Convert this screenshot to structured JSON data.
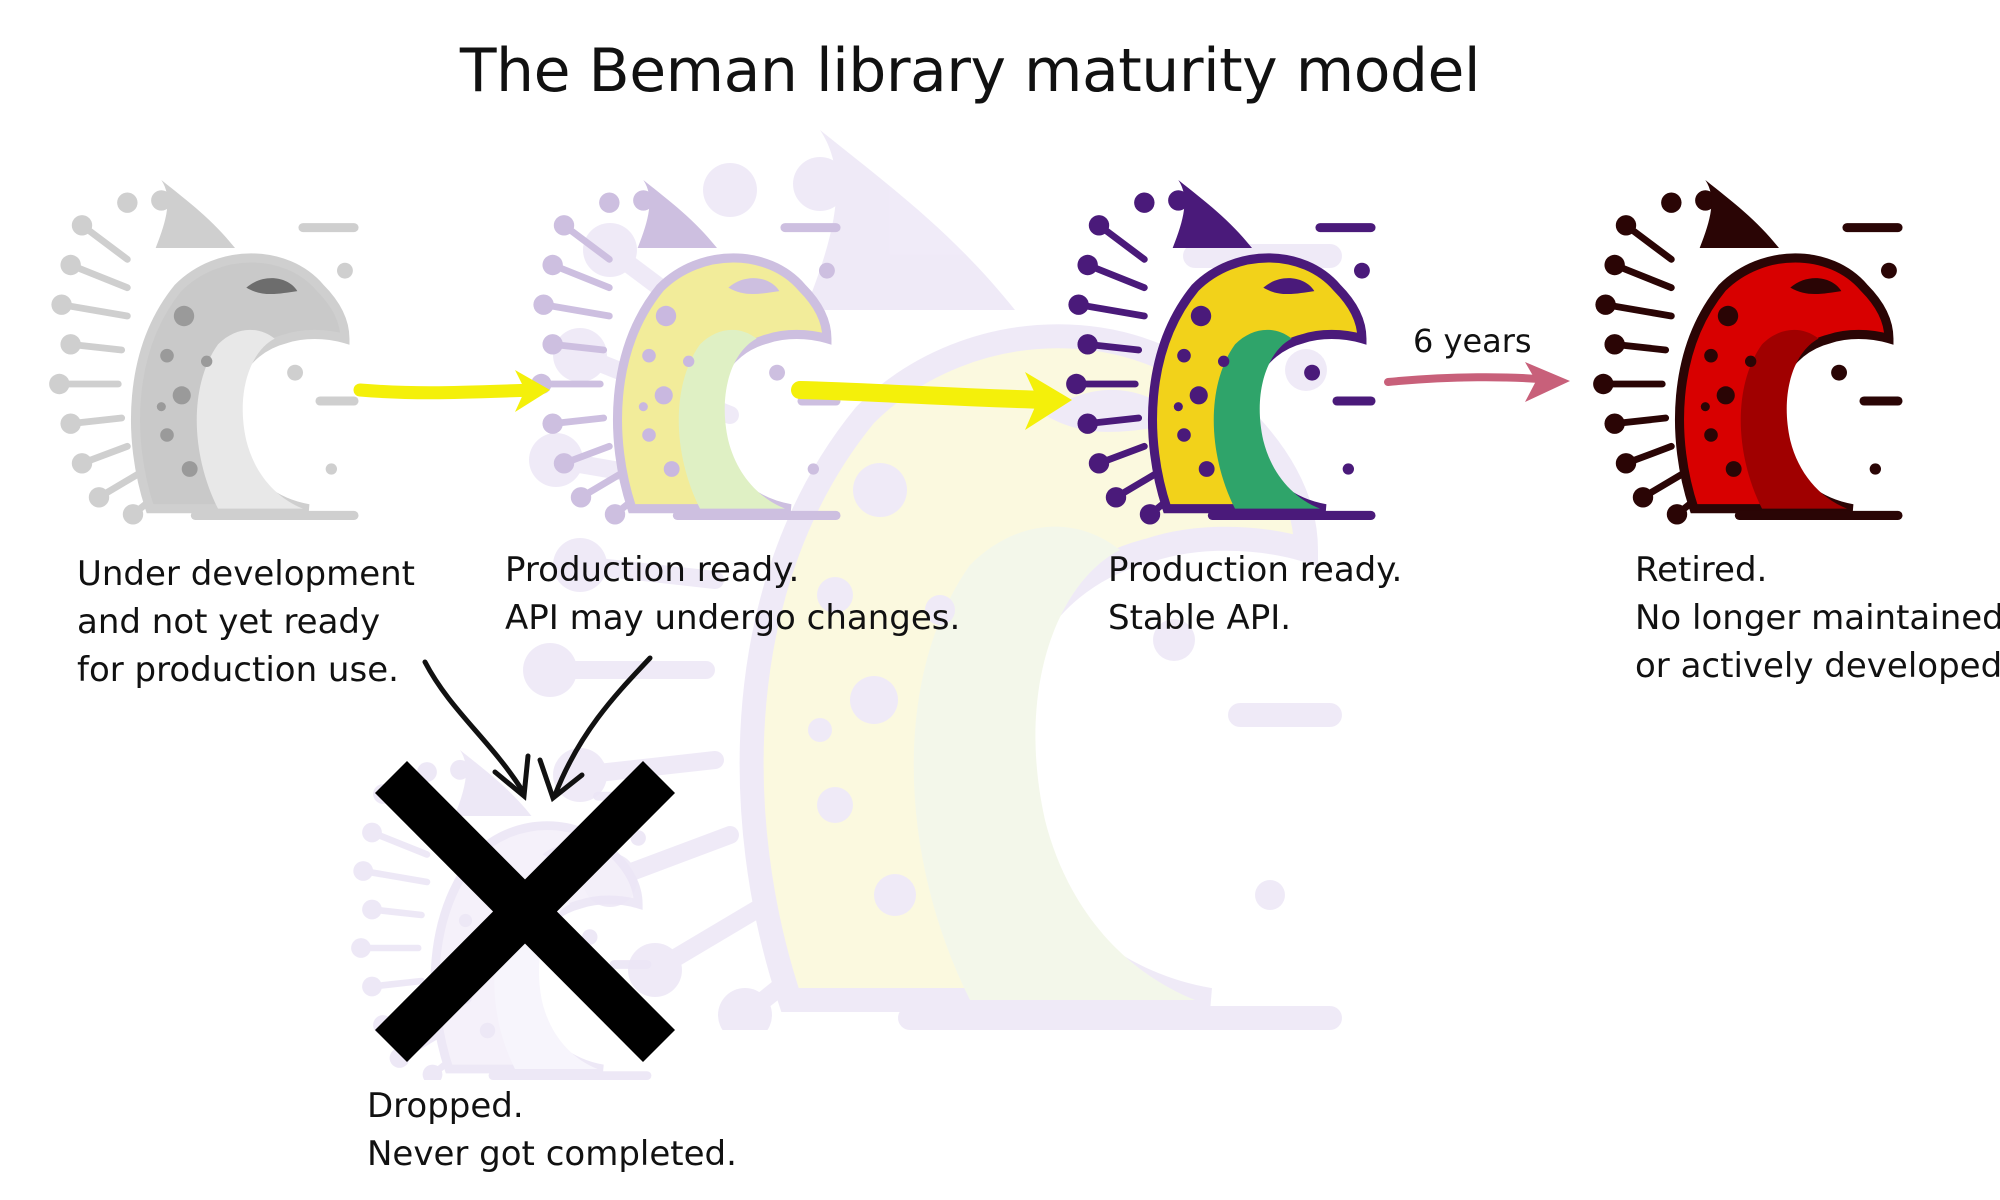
{
  "title": "The Beman library maturity model",
  "stages": [
    {
      "id": "under-development",
      "lines": [
        "Under development",
        "and not yet ready",
        "for production use."
      ],
      "colors": {
        "accent": "#cfcfcf",
        "body": "#c9c9c9",
        "belly": "#e8e8e8",
        "dots": "#9a9a9a",
        "eye": "#6d6d6d"
      },
      "opacity": 1
    },
    {
      "id": "production-ready-api-changes",
      "lines": [
        "Production ready.",
        "API may undergo changes."
      ],
      "colors": {
        "accent": "#cdbfe0",
        "body": "#f2ec9a",
        "belly": "#dff0c4",
        "dots": "#c9b8e0",
        "eye": "#cdbfe0"
      },
      "opacity": 1
    },
    {
      "id": "production-ready-stable",
      "lines": [
        "Production ready.",
        "Stable API."
      ],
      "colors": {
        "accent": "#4a1a7a",
        "body": "#f2d21a",
        "belly": "#2fa46a",
        "dots": "#4a1a7a",
        "eye": "#4a1a7a"
      },
      "opacity": 1
    },
    {
      "id": "retired",
      "lines": [
        "Retired.",
        "No longer maintained",
        "or actively developed."
      ],
      "colors": {
        "accent": "#2a0505",
        "body": "#d80000",
        "belly": "#a00000",
        "dots": "#2a0505",
        "eye": "#2a0505"
      },
      "opacity": 1
    }
  ],
  "transition_label": "6 years",
  "dropped": {
    "lines": [
      "Dropped.",
      "Never got completed."
    ]
  },
  "colors": {
    "arrow_yellow": "#f4f00a",
    "arrow_pink": "#c8607a",
    "cross": "#000000",
    "watermark_purple": "#ece6f6",
    "watermark_yellow": "#fbf8d8"
  }
}
